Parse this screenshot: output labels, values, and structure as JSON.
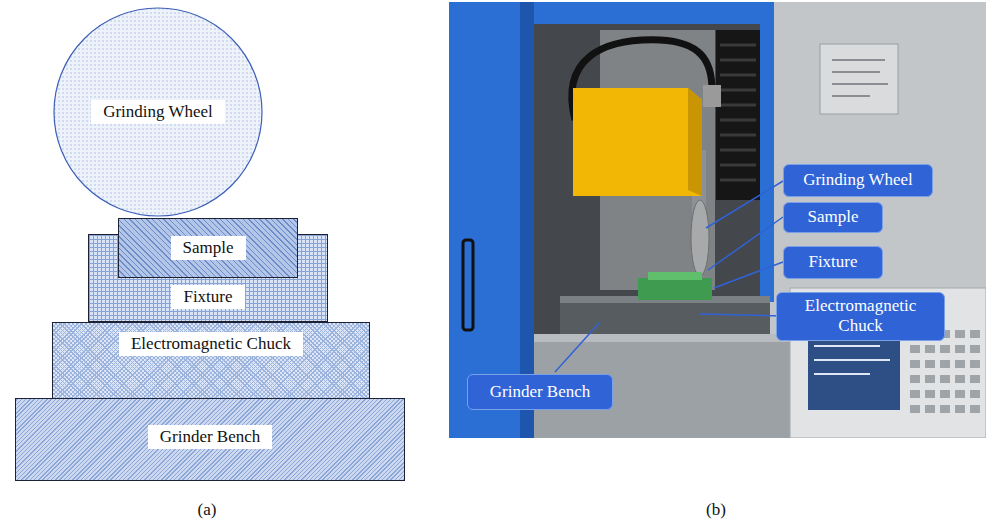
{
  "diagram": {
    "nodes": [
      {
        "text": [
          "Grinding Wheel"
        ]
      },
      {
        "text": [
          "Sample"
        ]
      },
      {
        "text": [
          "Fixture"
        ]
      },
      {
        "text": [
          "Electromagnetic Chuck"
        ]
      },
      {
        "text": [
          "Grinder Bench"
        ]
      },
      {
        "text": [
          "Grinding Wheel"
        ]
      },
      {
        "text": [
          "Sample"
        ]
      },
      {
        "text": [
          "Fixture"
        ]
      },
      {
        "text": [
          "Electromagnetic Chuck"
        ]
      },
      {
        "text": [
          "Grinder Bench"
        ]
      }
    ],
    "labels": [
      "(a)",
      "(b)"
    ]
  }
}
